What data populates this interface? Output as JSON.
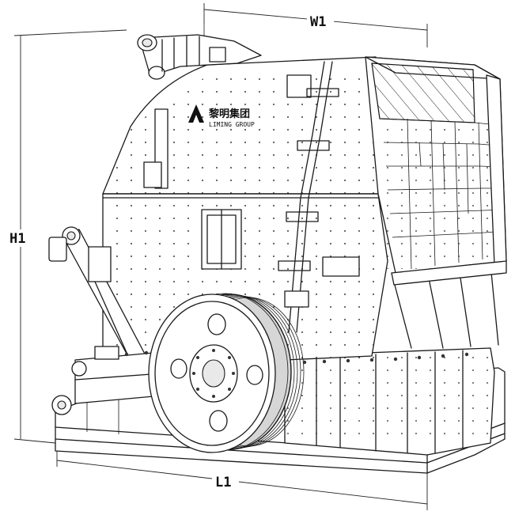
{
  "drawing": {
    "dimensions": {
      "width_label": "W1",
      "height_label": "H1",
      "length_label": "L1"
    },
    "logo": {
      "chinese": "黎明集团",
      "english": "LIMING GROUP"
    }
  }
}
